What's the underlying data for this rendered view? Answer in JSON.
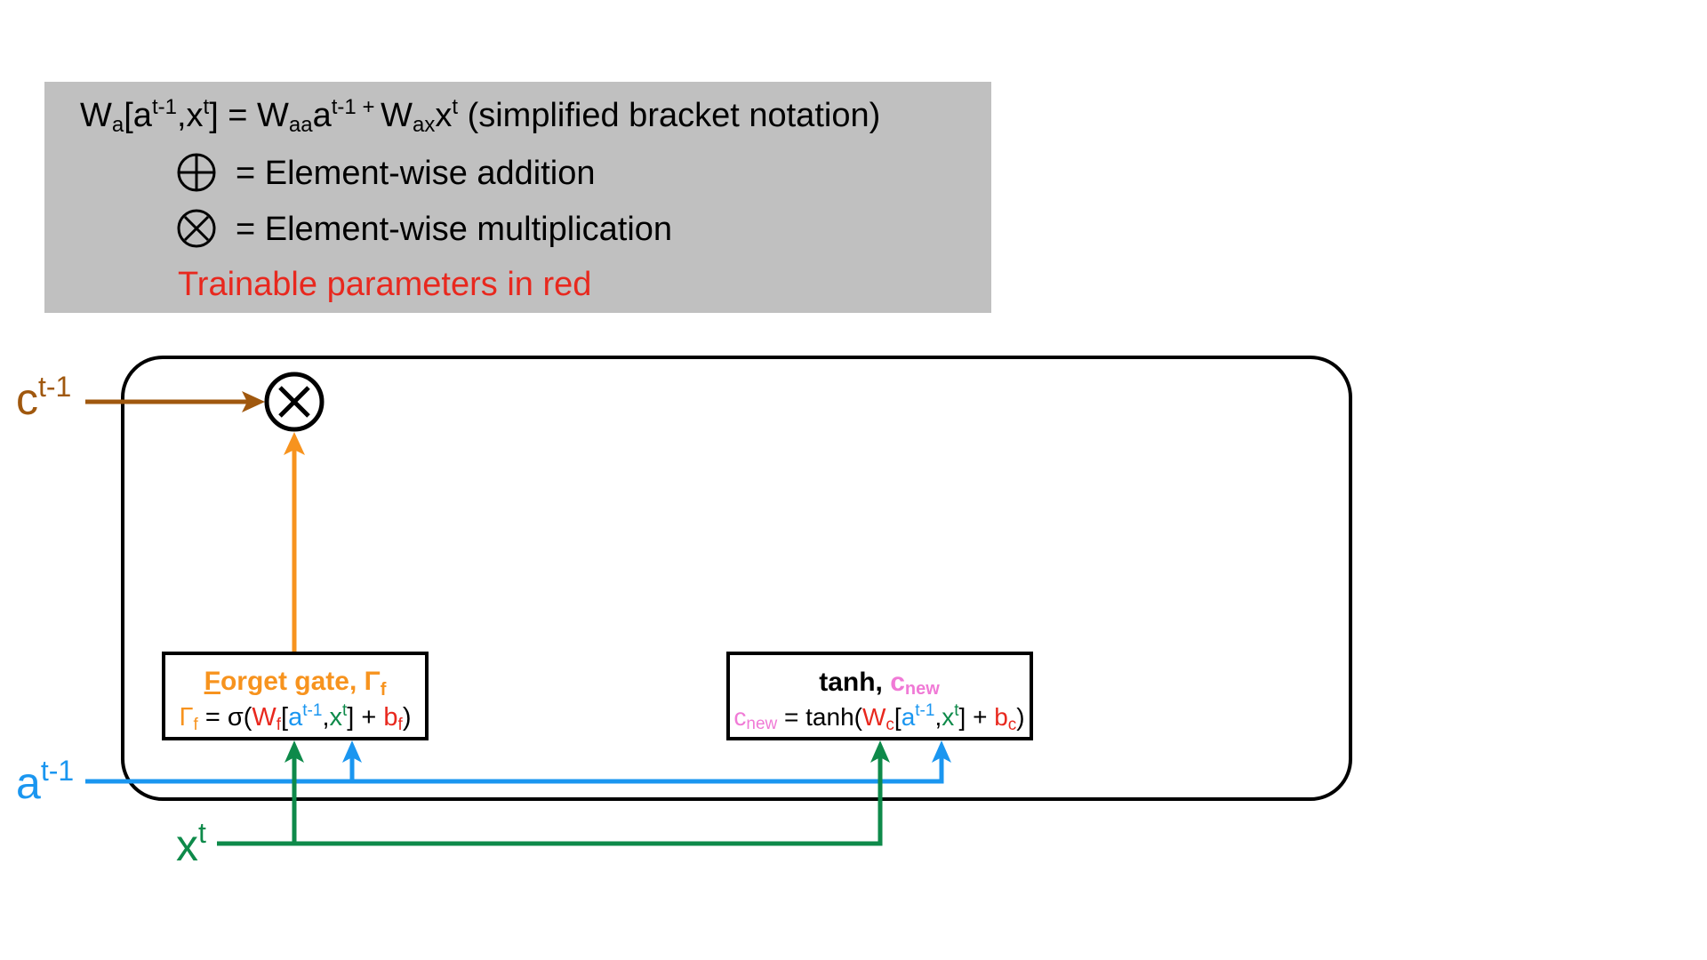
{
  "legend": {
    "notation": {
      "parts": [
        {
          "text": "W",
          "role": "base"
        },
        {
          "text": "a",
          "role": "sub"
        },
        {
          "text": "[a",
          "role": "base"
        },
        {
          "text": "t-1",
          "role": "sup"
        },
        {
          "text": ",x",
          "role": "base"
        },
        {
          "text": "t",
          "role": "sup"
        },
        {
          "text": "] = W",
          "role": "base"
        },
        {
          "text": "aa",
          "role": "sub"
        },
        {
          "text": "a",
          "role": "base"
        },
        {
          "text": "t-1 + ",
          "role": "sup"
        },
        {
          "text": "W",
          "role": "base"
        },
        {
          "text": "ax",
          "role": "sub"
        },
        {
          "text": "x",
          "role": "base"
        },
        {
          "text": "t",
          "role": "sup"
        },
        {
          "text": " (simplified bracket notation)",
          "role": "base"
        }
      ]
    },
    "addition_label": "= Element-wise addition",
    "multiplication_label": "= Element-wise multiplication",
    "trainable_note": "Trainable parameters in red",
    "icons": {
      "addition": "circled-plus-icon",
      "multiplication": "circled-times-icon"
    }
  },
  "inputs": {
    "c_prev": {
      "base": "c",
      "sup": "t-1"
    },
    "a_prev": {
      "base": "a",
      "sup": "t-1"
    },
    "x_t": {
      "base": "x",
      "sup": "t"
    }
  },
  "forget_gate": {
    "title_first": "F",
    "title_rest": "orget gate, Γ",
    "title_sub": "f",
    "eq": {
      "gamma": "Γ",
      "gamma_sub": "f",
      "eq_sigma": " = σ(",
      "W": "W",
      "W_sub": "f",
      "lb": "[",
      "a": "a",
      "a_sup": "t-1",
      "comma": ",",
      "x": "x",
      "x_sup": "t",
      "rb_plus": "] + ",
      "b": "b",
      "b_sub": "f",
      "close": ")"
    }
  },
  "tanh_gate": {
    "title": "tanh, ",
    "title_c": "c",
    "title_c_sub": "new",
    "eq": {
      "c": "c",
      "c_sub": "new",
      "eq_tanh": " = tanh(",
      "W": "W",
      "W_sub": "c",
      "lb": "[",
      "a": "a",
      "a_sup": "t-1",
      "comma": ",",
      "x": "x",
      "x_sup": "t",
      "rb_plus": "] + ",
      "b": "b",
      "b_sub": "c",
      "close": ")"
    }
  },
  "colors": {
    "legend_bg": "#c0c0c0",
    "red": "#e8281e",
    "orange": "#f7931e",
    "brown": "#a0580e",
    "blue": "#1a96f0",
    "green": "#0e8a4a",
    "pink": "#f07ad6",
    "black": "#000000"
  }
}
